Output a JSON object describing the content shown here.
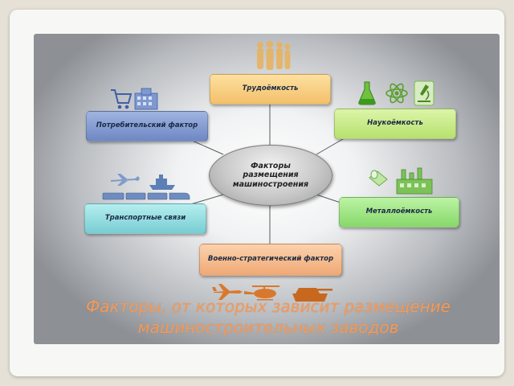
{
  "diagram": {
    "center_label": "Факторы\nразмещения\nмашиностроения",
    "factors": [
      {
        "key": "labor",
        "label": "Трудоёмкость",
        "icon": "people-icon",
        "color": "#f7cf7b"
      },
      {
        "key": "science",
        "label": "Наукоёмкость",
        "icon": "science-icons",
        "color": "#c6ea8a"
      },
      {
        "key": "consumer",
        "label": "Потребительский фактор",
        "icon": "shopping-cart-icon",
        "color": "#7f98cf"
      },
      {
        "key": "transport",
        "label": "Транспортные связи",
        "icon": "transport-icons",
        "color": "#8fd8dc"
      },
      {
        "key": "metal",
        "label": "Металлоёмкость",
        "icon": "factory-icon",
        "color": "#9ee388"
      },
      {
        "key": "military",
        "label": "Военно-стратегический фактор",
        "icon": "military-vehicles-icons",
        "color": "#f3ba8a"
      }
    ]
  },
  "caption": "Факторы, от которых зависит размещение машиностроительных заводов"
}
